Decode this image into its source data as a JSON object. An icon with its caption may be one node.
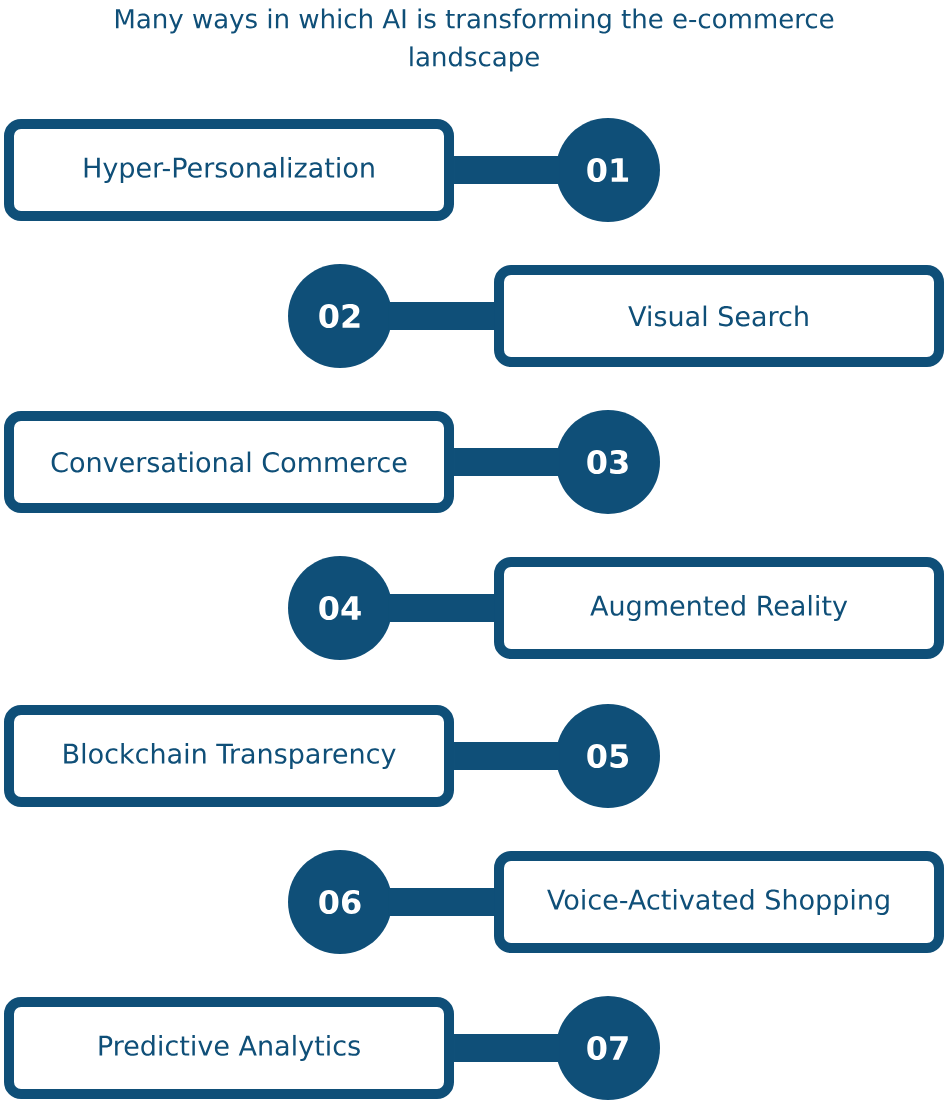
{
  "diagram": {
    "title": "Many ways in which AI is transforming the e-commerce landscape",
    "nodes": [
      {
        "text": [
          "Hyper-Personalization"
        ]
      },
      {
        "text": [
          "01"
        ]
      },
      {
        "text": [
          "02"
        ]
      },
      {
        "text": [
          "Visual Search"
        ]
      },
      {
        "text": [
          "Conversational Commerce"
        ]
      },
      {
        "text": [
          "03"
        ]
      },
      {
        "text": [
          "04"
        ]
      },
      {
        "text": [
          "Augmented Reality"
        ]
      },
      {
        "text": [
          "Blockchain Transparency"
        ]
      },
      {
        "text": [
          "05"
        ]
      },
      {
        "text": [
          "06"
        ]
      },
      {
        "text": [
          "Voice-Activated Shopping"
        ]
      },
      {
        "text": [
          "Predictive Analytics"
        ]
      },
      {
        "text": [
          "07"
        ]
      }
    ],
    "edges": [
      {
        "from": 0,
        "to": 1,
        "arrow": "none"
      },
      {
        "from": 2,
        "to": 3,
        "arrow": "none"
      },
      {
        "from": 4,
        "to": 5,
        "arrow": "none"
      },
      {
        "from": 6,
        "to": 7,
        "arrow": "none"
      },
      {
        "from": 8,
        "to": 9,
        "arrow": "none"
      },
      {
        "from": 10,
        "to": 11,
        "arrow": "none"
      },
      {
        "from": 12,
        "to": 13,
        "arrow": "none"
      }
    ]
  }
}
